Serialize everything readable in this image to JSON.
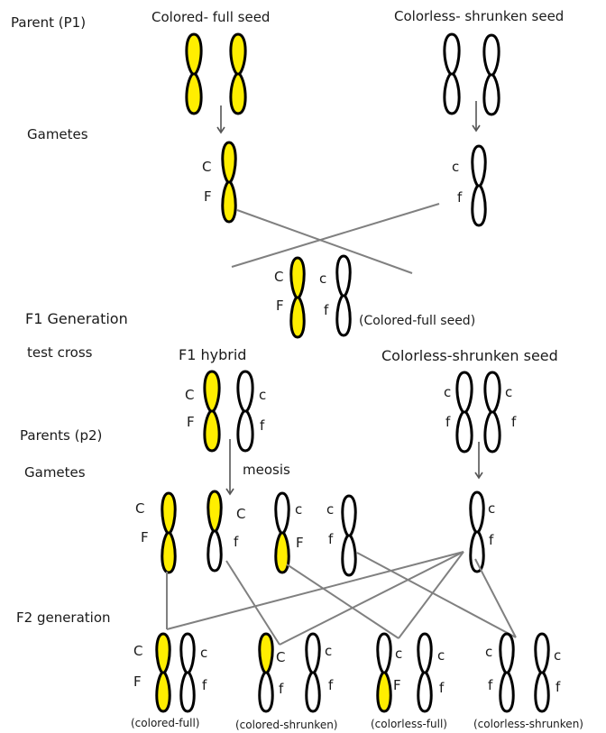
{
  "colors": {
    "dominant_chromosome_fill": "#ffee00",
    "recessive_chromosome_fill": "#ffffff",
    "outline": "#000000",
    "connector_line": "#808080"
  },
  "row_labels": {
    "parent_p1": "Parent (P1)",
    "gametes_1": "Gametes",
    "f1_generation": "F1 Generation",
    "test_cross": "test cross",
    "parents_p2": "Parents (p2)",
    "gametes_2": "Gametes",
    "f2_generation": "F2 generation"
  },
  "p1": {
    "left_parent": "Colored- full seed",
    "right_parent": "Colorless- shrunken seed",
    "left_gamete_genes": [
      "C",
      "F"
    ],
    "right_gamete_genes": [
      "c",
      "f"
    ]
  },
  "f1": {
    "genes_left": [
      "C",
      "F"
    ],
    "genes_right": [
      "c",
      "f"
    ],
    "phenotype": "(Colored-full seed)"
  },
  "test_cross": {
    "left_parent": "F1 hybrid",
    "right_parent": "Colorless-shrunken seed",
    "left_genes_a": [
      "C",
      "F"
    ],
    "left_genes_b": [
      "c",
      "f"
    ],
    "right_genes_a": [
      "c",
      "f"
    ],
    "right_genes_b": [
      "c",
      "f"
    ],
    "process": "meosis"
  },
  "gametes_p2": [
    {
      "genes": [
        "C",
        "F"
      ],
      "top": "dominant",
      "bottom": "dominant"
    },
    {
      "genes": [
        "C",
        "f"
      ],
      "top": "dominant",
      "bottom": "recessive"
    },
    {
      "genes": [
        "c",
        "F"
      ],
      "top": "recessive",
      "bottom": "dominant"
    },
    {
      "genes": [
        "c",
        "f"
      ],
      "top": "recessive",
      "bottom": "recessive"
    }
  ],
  "test_gamete": {
    "genes": [
      "c",
      "f"
    ]
  },
  "f2": [
    {
      "genes_left": [
        "C",
        "F"
      ],
      "genes_right": [
        "c",
        "f"
      ],
      "phenotype": "(colored-full)"
    },
    {
      "genes_left": [
        "C",
        "f"
      ],
      "genes_right": [
        "c",
        "f"
      ],
      "phenotype": "(colored-shrunken)"
    },
    {
      "genes_left": [
        "c",
        "F"
      ],
      "genes_right": [
        "c",
        "f"
      ],
      "phenotype": "(colorless-full)"
    },
    {
      "genes_left": [
        "c",
        "f"
      ],
      "genes_right": [
        "c",
        "f"
      ],
      "phenotype": "(colorless-shrunken)"
    }
  ]
}
